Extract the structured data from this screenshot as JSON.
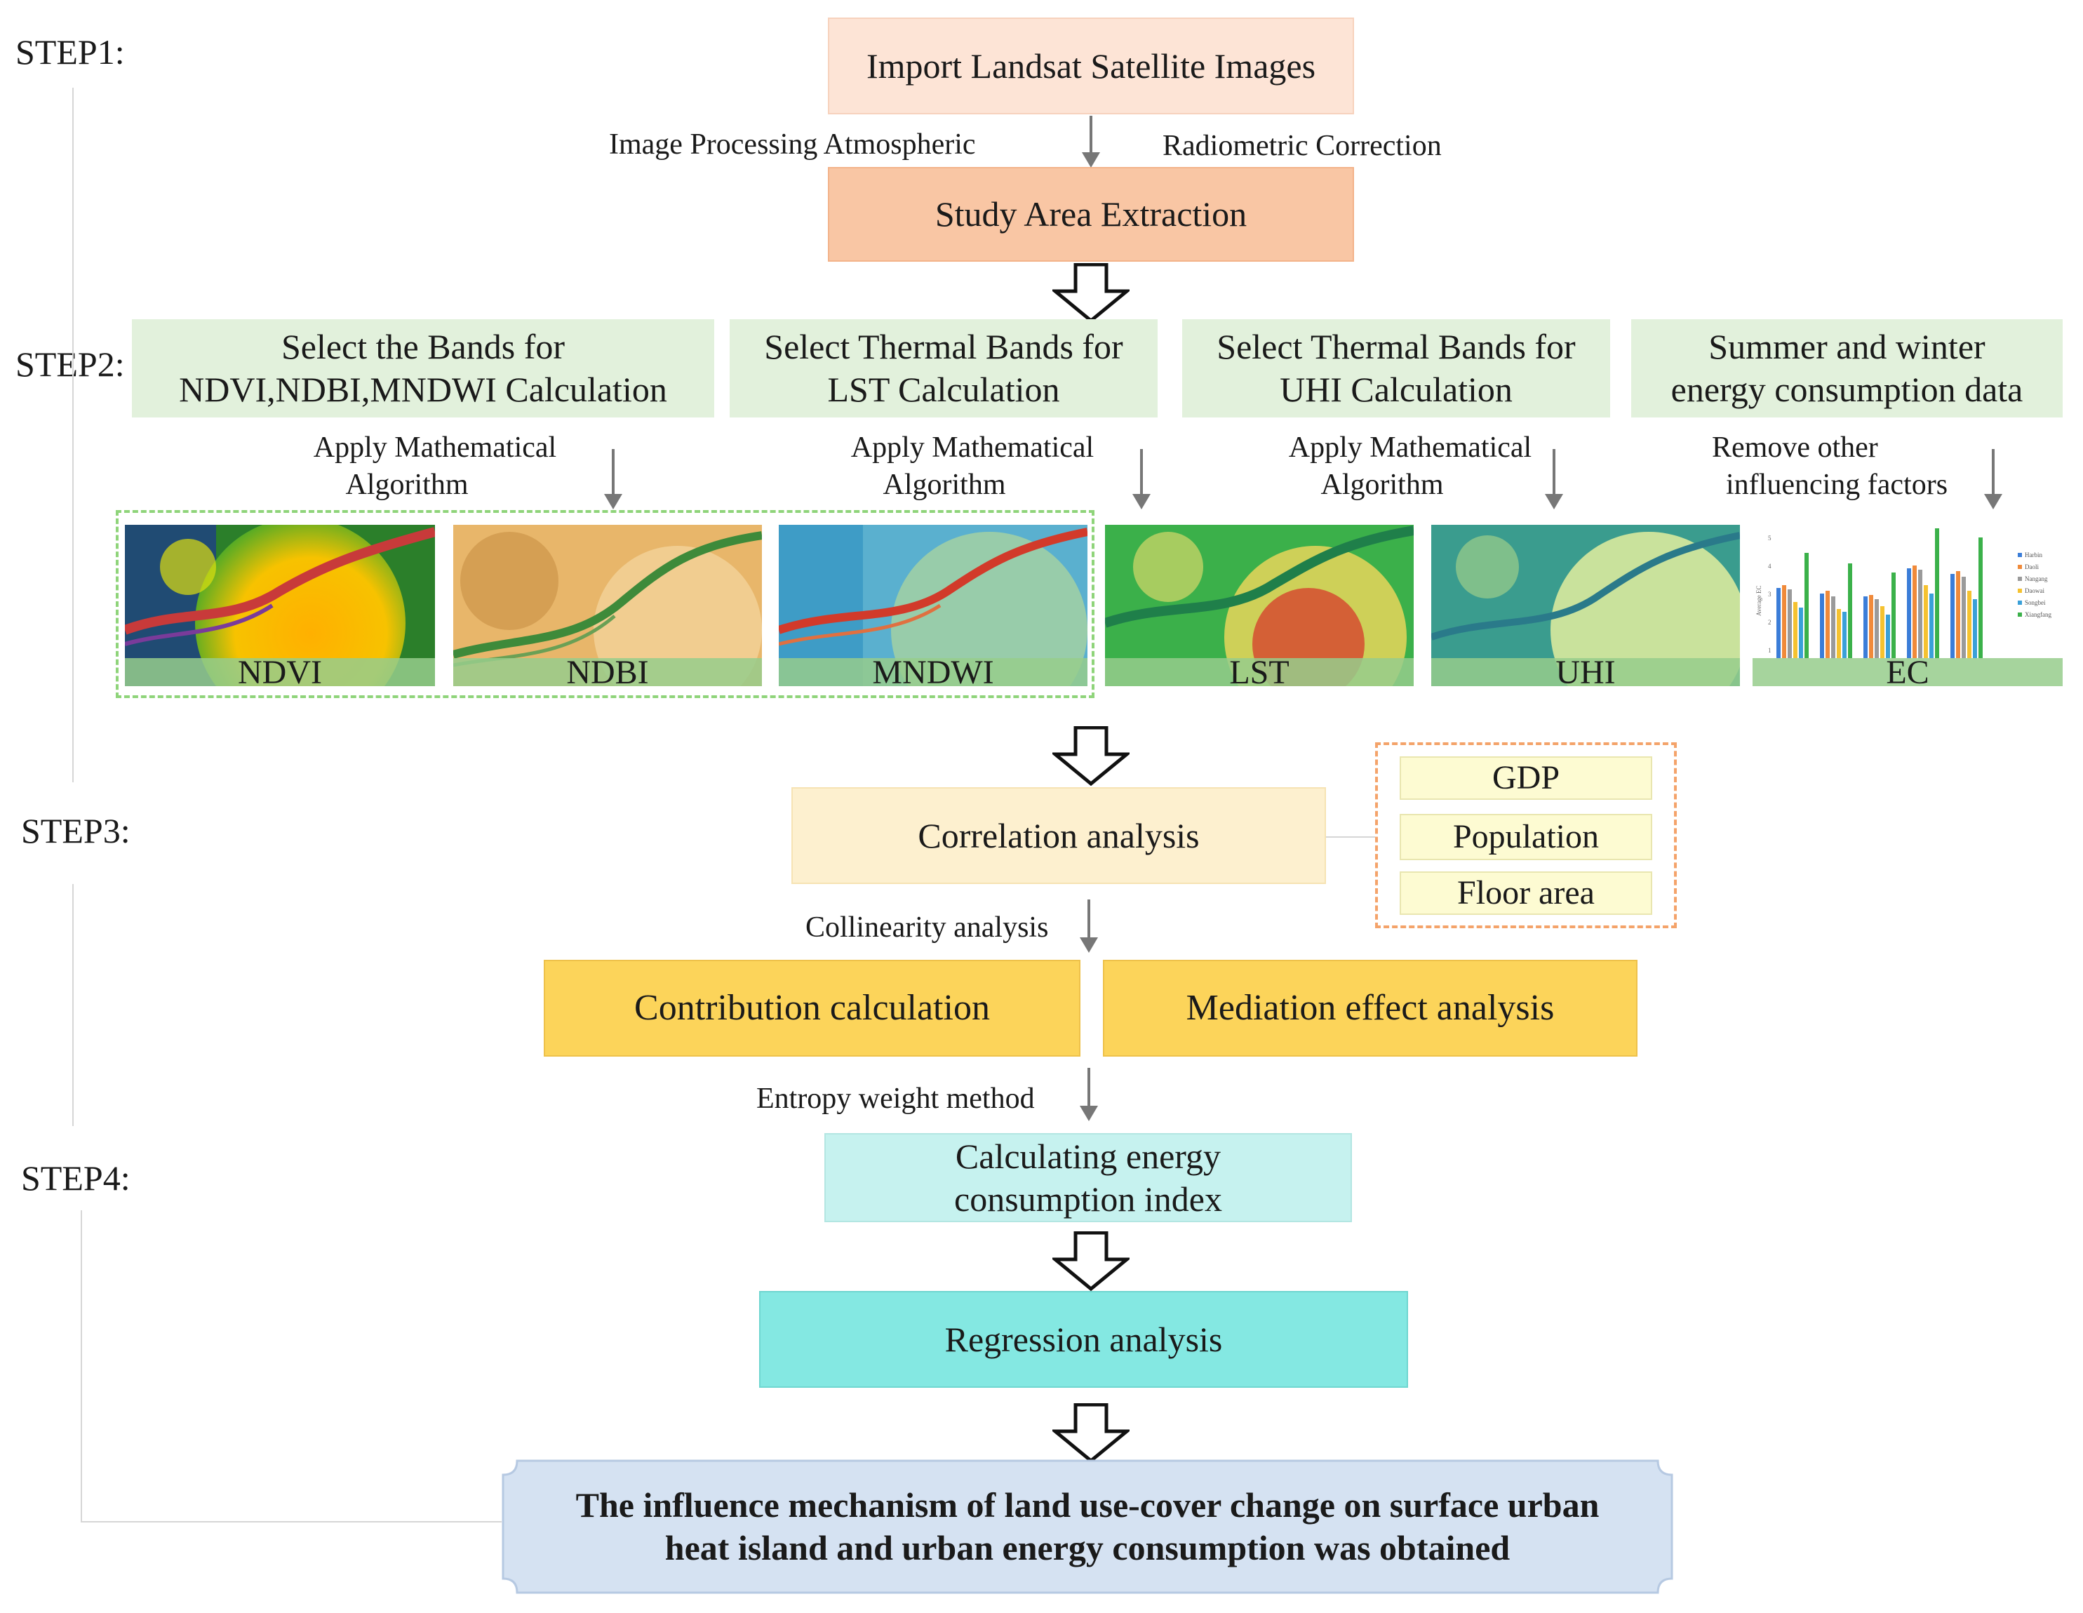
{
  "steps": {
    "step1": "STEP1:",
    "step2": "STEP2:",
    "step3": "STEP3:",
    "step4": "STEP4:"
  },
  "step1": {
    "import_box": "Import Landsat Satellite Images",
    "label_left": "Image Processing Atmospheric",
    "label_right": "Radiometric Correction",
    "extract_box": "Study Area Extraction"
  },
  "step2": {
    "headers": [
      {
        "line1": "Select the Bands for",
        "line2": "NDVI,NDBI,MNDWI Calculation"
      },
      {
        "line1": "Select Thermal Bands for",
        "line2": "LST  Calculation"
      },
      {
        "line1": "Select Thermal Bands for",
        "line2": "UHI Calculation"
      },
      {
        "line1": "Summer and winter",
        "line2": "energy consumption data"
      }
    ],
    "algorithm_labels": [
      {
        "line1": "Apply Mathematical",
        "line2": "Algorithm"
      },
      {
        "line1": "Apply Mathematical",
        "line2": "Algorithm"
      },
      {
        "line1": "Apply Mathematical",
        "line2": "Algorithm"
      },
      {
        "line1": "Remove other",
        "line2": "influencing factors"
      }
    ],
    "thumbnails": [
      "NDVI",
      "NDBI",
      "MNDWI",
      "LST",
      "UHI",
      "EC"
    ],
    "ec_legend": [
      "Harbin",
      "Daoli",
      "Nangang",
      "Daowai",
      "Songbei",
      "Xiangfang"
    ],
    "ec_axis_label": "Average EC",
    "ec_ticks": [
      "5",
      "4",
      "3",
      "2",
      "1"
    ]
  },
  "step3": {
    "correlation_box": "Correlation analysis",
    "factors": [
      "GDP",
      "Population",
      "Floor area"
    ],
    "collinearity_label": "Collinearity analysis",
    "contribution_box": "Contribution calculation",
    "mediation_box": "Mediation effect analysis",
    "entropy_label": "Entropy weight method"
  },
  "step4": {
    "index_box_line1": "Calculating energy",
    "index_box_line2": "consumption index",
    "regression_box": "Regression analysis",
    "result_line1": "The influence mechanism of land use-cover change on surface urban",
    "result_line2": "heat island and urban energy consumption was obtained"
  },
  "colors": {
    "import_fill": "#fde4d6",
    "extract_fill": "#f9c6a4",
    "green_header": "#e2f1dc",
    "correlation_fill": "#fdf0cf",
    "factor_fill": "#fdfbd2",
    "factor_border": "#f4a36a",
    "yellow_fill": "#fcd45a",
    "index_fill": "#c6f2ef",
    "regression_fill": "#84e8e2",
    "result_fill": "#d5e2f2",
    "dash_green": "#8fd47a"
  }
}
